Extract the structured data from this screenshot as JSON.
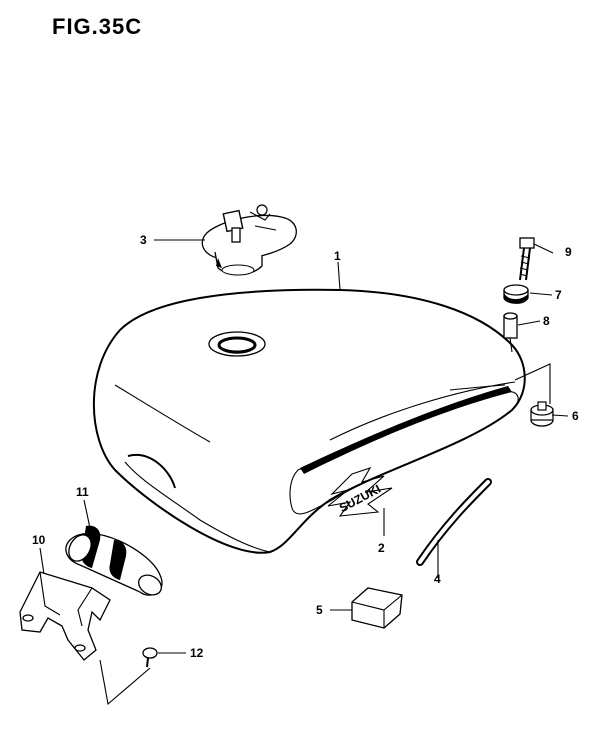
{
  "figure": {
    "title": "FIG.35C"
  },
  "callouts": [
    {
      "id": "1",
      "label": "1"
    },
    {
      "id": "2",
      "label": "2"
    },
    {
      "id": "3",
      "label": "3"
    },
    {
      "id": "4",
      "label": "4"
    },
    {
      "id": "5",
      "label": "5"
    },
    {
      "id": "6",
      "label": "6"
    },
    {
      "id": "7",
      "label": "7"
    },
    {
      "id": "8",
      "label": "8"
    },
    {
      "id": "9",
      "label": "9"
    },
    {
      "id": "10",
      "label": "10"
    },
    {
      "id": "11",
      "label": "11"
    },
    {
      "id": "12",
      "label": "12"
    }
  ],
  "emblem": {
    "text": "SUZUKI"
  }
}
